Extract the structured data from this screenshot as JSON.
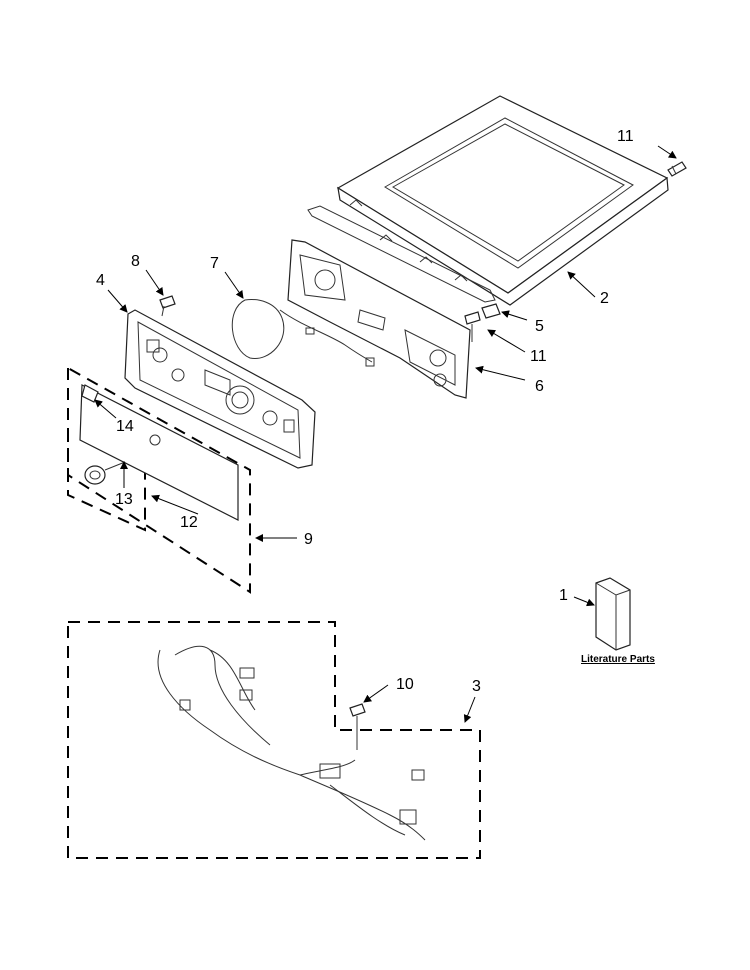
{
  "callouts": [
    {
      "id": "c11a",
      "text": "11"
    },
    {
      "id": "c2",
      "text": "2"
    },
    {
      "id": "c5",
      "text": "5"
    },
    {
      "id": "c11b",
      "text": "11"
    },
    {
      "id": "c6",
      "text": "6"
    },
    {
      "id": "c8",
      "text": "8"
    },
    {
      "id": "c7",
      "text": "7"
    },
    {
      "id": "c4",
      "text": "4"
    },
    {
      "id": "c14",
      "text": "14"
    },
    {
      "id": "c13",
      "text": "13"
    },
    {
      "id": "c12",
      "text": "12"
    },
    {
      "id": "c9",
      "text": "9"
    },
    {
      "id": "c1",
      "text": "1"
    },
    {
      "id": "c10",
      "text": "10"
    },
    {
      "id": "c3",
      "text": "3"
    }
  ],
  "literature_label": "Literature Parts"
}
